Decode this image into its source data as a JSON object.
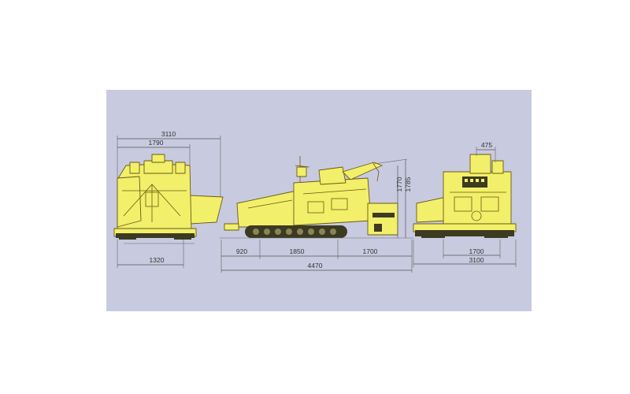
{
  "colors": {
    "background": "#ffffff",
    "panel": "#c8cadf",
    "machine": "#f2ef6b",
    "dimension_line": "#555555"
  },
  "front_view": {
    "dim_overall_width": "3110",
    "dim_body_width": "1790",
    "dim_bottom": "1320"
  },
  "side_view": {
    "dim_height_1": "1770",
    "dim_height_2": "1785",
    "dim_front": "920",
    "dim_middle": "1850",
    "dim_rear": "1700",
    "dim_total_length": "4470"
  },
  "rear_view": {
    "dim_top": "475",
    "dim_track": "1700",
    "dim_width": "3100"
  }
}
